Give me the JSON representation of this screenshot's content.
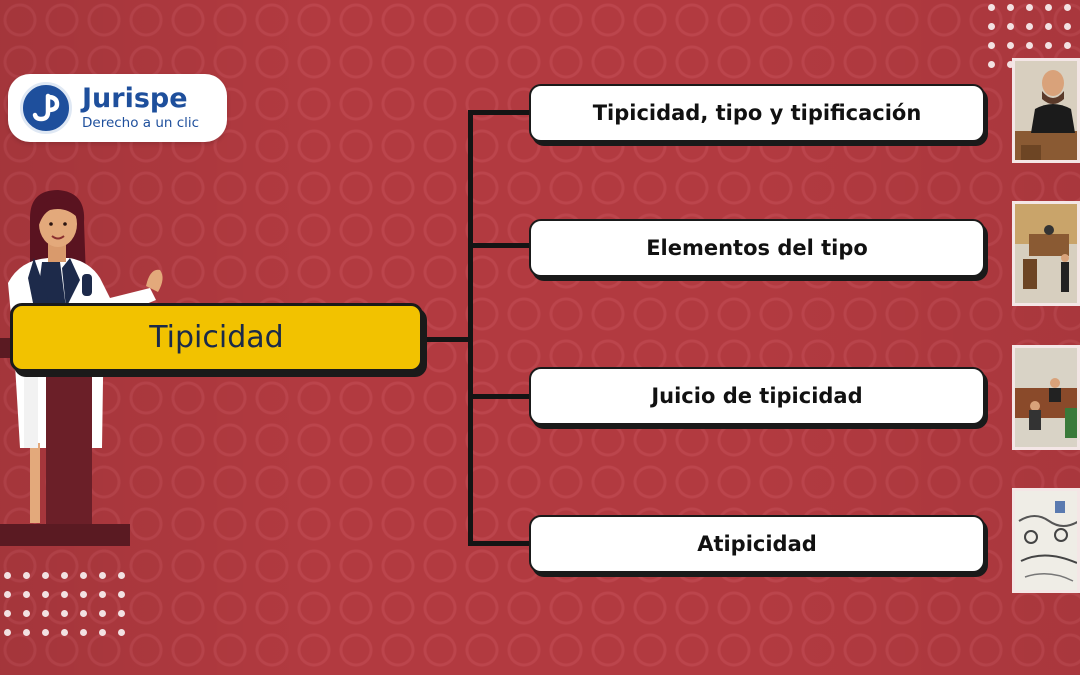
{
  "brand": {
    "name": "Jurispe",
    "tagline": "Derecho a un clic",
    "color": "#1e4f9c"
  },
  "diagram": {
    "root": "Tipicidad",
    "branches": [
      "Tipicidad, tipo y tipificación",
      "Elementos del tipo",
      "Juicio de tipicidad",
      "Atipicidad"
    ]
  },
  "colors": {
    "background": "#b23a40",
    "root_fill": "#f2c200",
    "node_fill": "#ffffff",
    "connector": "#141414"
  },
  "illustrations": [
    "judge-illustration",
    "courtroom-illustration",
    "trial-illustration",
    "hearing-sketch-illustration"
  ]
}
